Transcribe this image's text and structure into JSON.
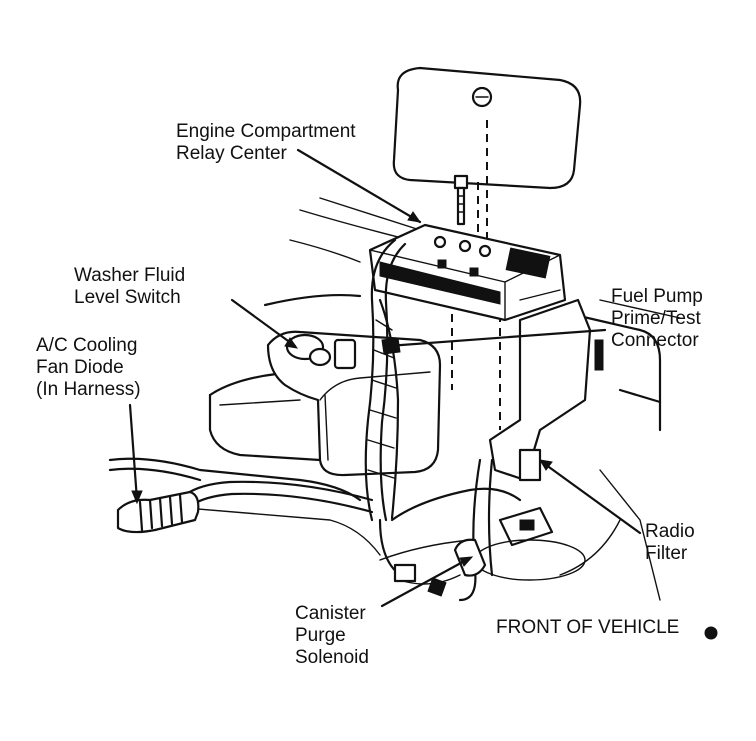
{
  "labels": {
    "relay_center_line1": "Engine Compartment",
    "relay_center_line2": "Relay Center",
    "washer_line1": "Washer Fluid",
    "washer_line2": "Level Switch",
    "ac_line1": "A/C Cooling",
    "ac_line2": "Fan Diode",
    "ac_line3": "(In Harness)",
    "fuel_line1": "Fuel Pump",
    "fuel_line2": "Prime/Test",
    "fuel_line3": "Connector",
    "radio_line1": "Radio",
    "radio_line2": "Filter",
    "canister_line1": "Canister",
    "canister_line2": "Purge",
    "canister_line3": "Solenoid",
    "front": "FRONT OF VEHICLE"
  },
  "colors": {
    "ink": "#111111",
    "background": "#ffffff"
  }
}
